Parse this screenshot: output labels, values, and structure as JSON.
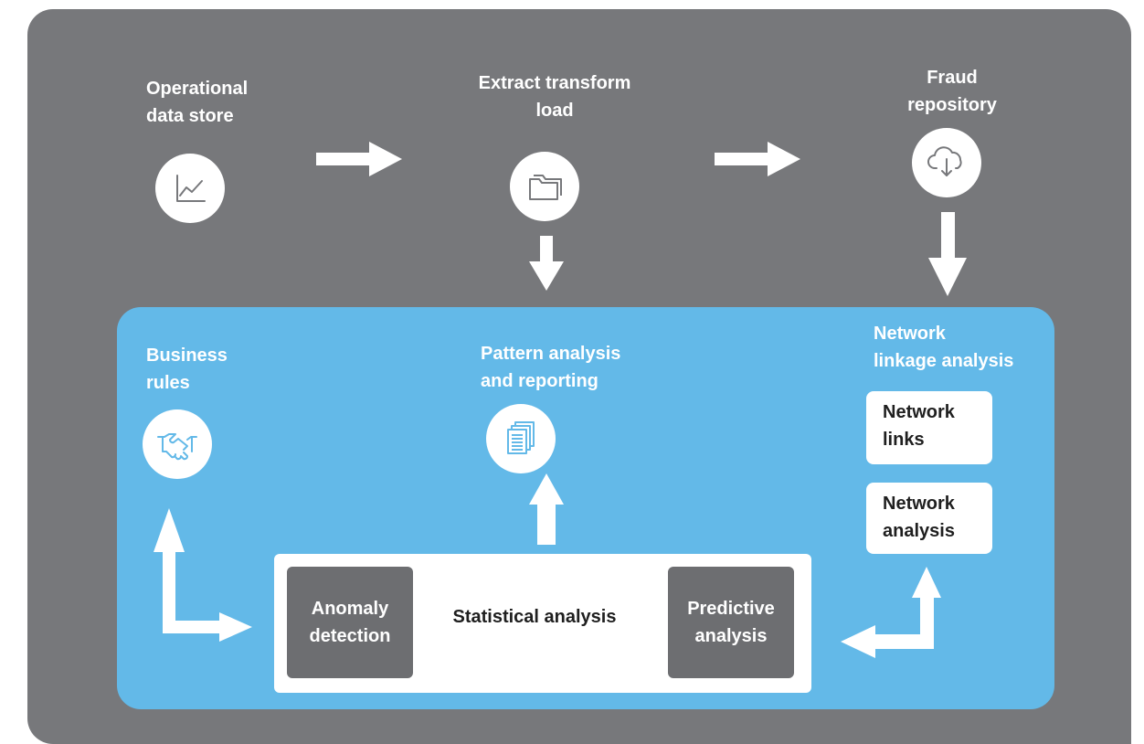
{
  "top": {
    "operational": "Operational\ndata store",
    "etl": "Extract transform\nload",
    "fraud_repo": "Fraud\nrepository"
  },
  "inner": {
    "business_rules": "Business\nrules",
    "pattern": "Pattern analysis\nand reporting",
    "network_linkage": "Network\nlinkage analysis",
    "network_links": "Network\nlinks",
    "network_analysis": "Network\nanalysis",
    "statistical": "Statistical analysis",
    "anomaly": "Anomaly\ndetection",
    "predictive": "Predictive\nanalysis"
  },
  "icons": {
    "operational": "line-chart-icon",
    "etl": "folders-icon",
    "fraud_repo": "cloud-download-icon",
    "business_rules": "handshake-icon",
    "pattern": "documents-icon"
  },
  "colors": {
    "outer_bg": "#77787b",
    "inner_bg": "#63b9e8",
    "dark_box": "#6d6e71",
    "white": "#ffffff"
  }
}
